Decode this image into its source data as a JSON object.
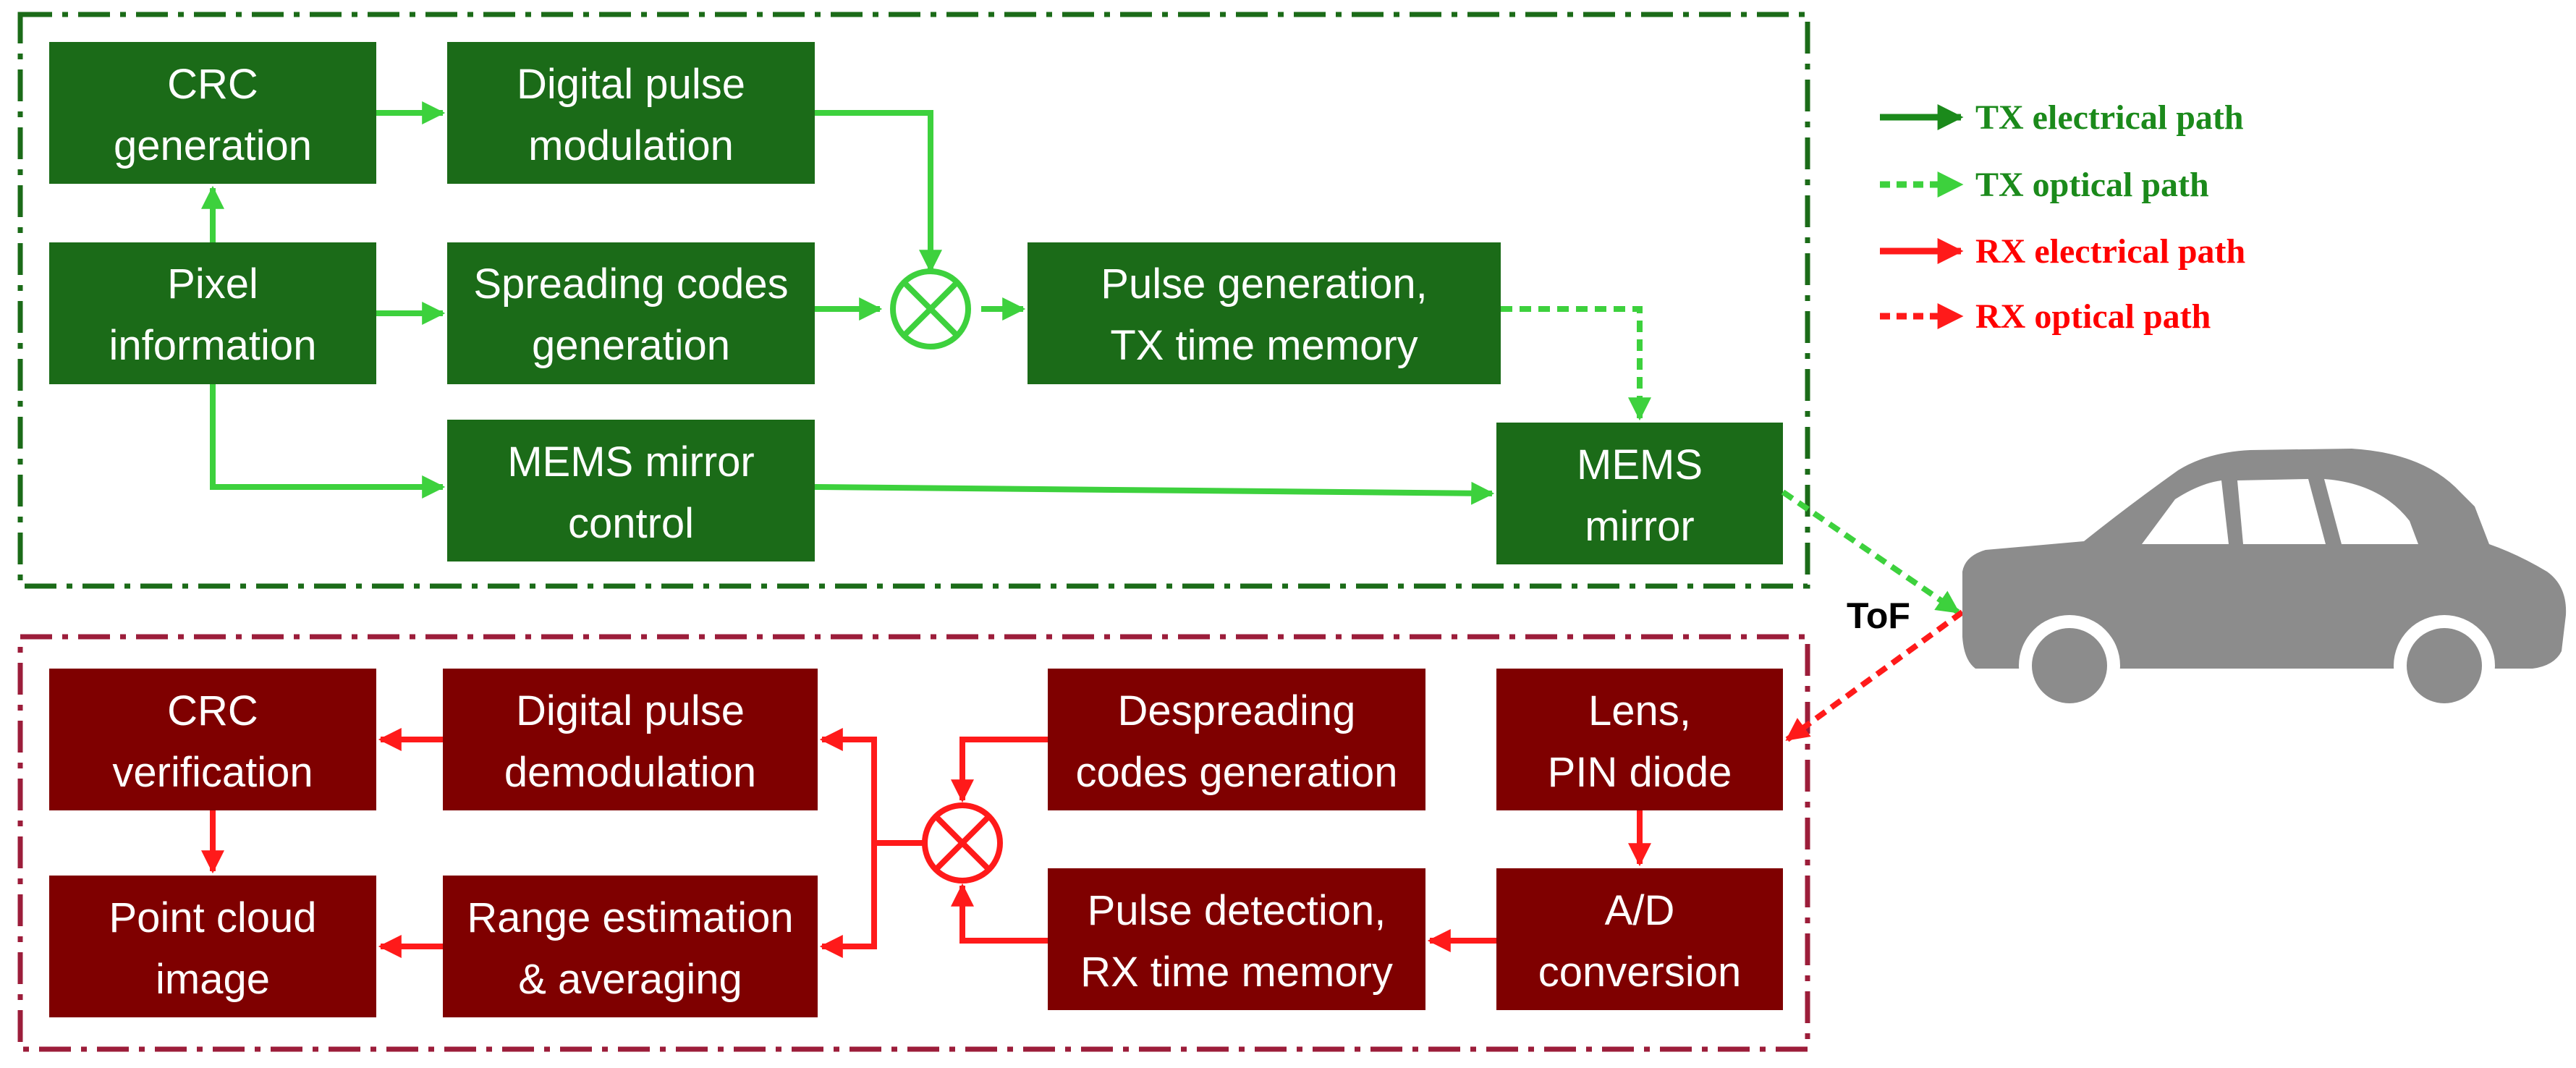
{
  "colors": {
    "tx_block": "#1b6b18",
    "rx_block": "#7f0000",
    "tx_line": "#3dd13d",
    "rx_line": "#ff1a1a",
    "tx_frame": "#1b6b18",
    "rx_frame": "#9c1d3a",
    "tx_legend": "#1b8a1b",
    "rx_legend": "#ff0000",
    "car": "#8c8c8c"
  },
  "legend": {
    "tx_electrical": "TX electrical path",
    "tx_optical": "TX optical path",
    "rx_electrical": "RX electrical path",
    "rx_optical": "RX optical path"
  },
  "tof_label": "ToF",
  "tx_blocks": {
    "crc_generation": [
      "CRC",
      "generation"
    ],
    "digital_pulse_modulation": [
      "Digital pulse",
      "modulation"
    ],
    "pixel_information": [
      "Pixel",
      "information"
    ],
    "spreading_codes": [
      "Spreading codes",
      "generation"
    ],
    "pulse_generation": [
      "Pulse generation,",
      "TX time memory"
    ],
    "mems_mirror_control": [
      "MEMS mirror",
      "control"
    ],
    "mems_mirror": [
      "MEMS",
      "mirror"
    ]
  },
  "rx_blocks": {
    "crc_verification": [
      "CRC",
      "verification"
    ],
    "digital_pulse_demodulation": [
      "Digital pulse",
      "demodulation"
    ],
    "despreading_codes": [
      "Despreading",
      "codes generation"
    ],
    "lens_pin": [
      "Lens,",
      "PIN diode"
    ],
    "point_cloud": [
      "Point cloud",
      "image"
    ],
    "range_estimation": [
      "Range estimation",
      "& averaging"
    ],
    "pulse_detection": [
      "Pulse detection,",
      "RX time memory"
    ],
    "ad_conversion": [
      "A/D",
      "conversion"
    ]
  }
}
